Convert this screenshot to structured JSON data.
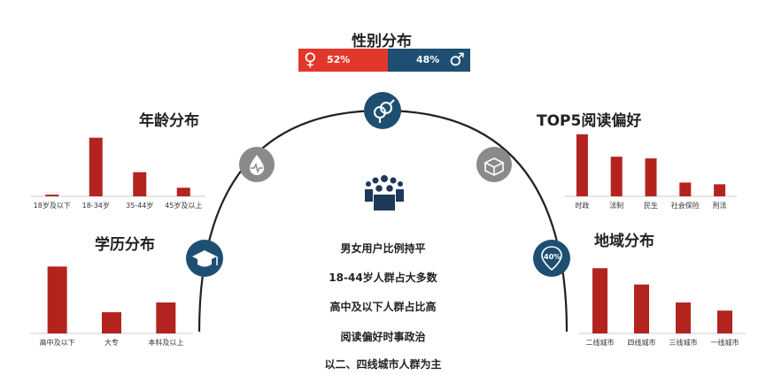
{
  "gender": {
    "title": "性别分布",
    "female_label": "52%",
    "male_label": "48%",
    "female_value": 52,
    "male_value": 48,
    "female_color": "#e2382b",
    "male_color": "#1e4f72"
  },
  "summary": {
    "lines": [
      "男女用户比例持平",
      "18-44岁人群占大多数",
      "高中及以下人群占比高",
      "阅读偏好时事政治",
      "以二、四线城市人群为主"
    ]
  },
  "icons": {
    "gender": "gender-icon",
    "health": "heartbeat-icon",
    "education": "graduation-cap-icon",
    "reading": "open-box-icon",
    "region": "location-pin-icon",
    "crowd": "people-group-icon",
    "region_badge": "40%"
  },
  "colors": {
    "bar": "#b4241f",
    "navy": "#1e4f72",
    "gray": "#8a8a8a"
  },
  "chart_data": [
    {
      "type": "bar",
      "title": "年龄分布",
      "categories": [
        "18岁及以下",
        "18-34岁",
        "35-44岁",
        "45岁及以上"
      ],
      "values": [
        1,
        34,
        14,
        5
      ],
      "ylim": [
        0,
        40
      ]
    },
    {
      "type": "bar",
      "title": "学历分布",
      "categories": [
        "高中及以下",
        "大专",
        "本科及以上"
      ],
      "values": [
        41,
        13,
        19
      ],
      "ylim": [
        0,
        45
      ]
    },
    {
      "type": "bar",
      "title": "TOP5阅读偏好",
      "categories": [
        "时政",
        "法制",
        "民生",
        "社会保险",
        "刑法"
      ],
      "values": [
        36,
        23,
        22,
        8,
        7
      ],
      "ylim": [
        0,
        40
      ]
    },
    {
      "type": "bar",
      "title": "地域分布",
      "categories": [
        "二线城市",
        "四线城市",
        "三线城市",
        "一线城市"
      ],
      "values": [
        40,
        30,
        19,
        14
      ],
      "ylim": [
        0,
        45
      ]
    }
  ]
}
